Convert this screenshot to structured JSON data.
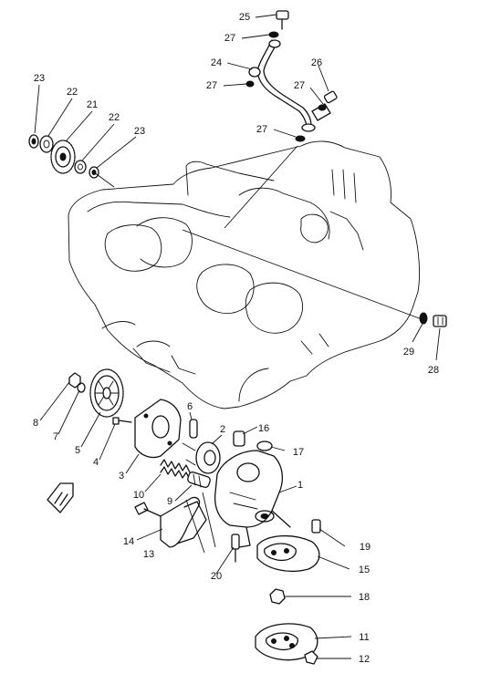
{
  "diagram": {
    "callouts": [
      {
        "id": "c23a",
        "text": "23"
      },
      {
        "id": "c22a",
        "text": "22"
      },
      {
        "id": "c21",
        "text": "21"
      },
      {
        "id": "c22b",
        "text": "22"
      },
      {
        "id": "c23b",
        "text": "23"
      },
      {
        "id": "c25",
        "text": "25"
      },
      {
        "id": "c27a",
        "text": "27"
      },
      {
        "id": "c24",
        "text": "24"
      },
      {
        "id": "c27b",
        "text": "27"
      },
      {
        "id": "c26",
        "text": "26"
      },
      {
        "id": "c27c",
        "text": "27"
      },
      {
        "id": "c27d",
        "text": "27"
      },
      {
        "id": "c29",
        "text": "29"
      },
      {
        "id": "c28",
        "text": "28"
      },
      {
        "id": "c8",
        "text": "8"
      },
      {
        "id": "c7",
        "text": "7"
      },
      {
        "id": "c5",
        "text": "5"
      },
      {
        "id": "c4",
        "text": "4"
      },
      {
        "id": "c3",
        "text": "3"
      },
      {
        "id": "c6",
        "text": "6"
      },
      {
        "id": "c2",
        "text": "2"
      },
      {
        "id": "c16",
        "text": "16"
      },
      {
        "id": "c17",
        "text": "17"
      },
      {
        "id": "c1",
        "text": "1"
      },
      {
        "id": "c10",
        "text": "10"
      },
      {
        "id": "c9",
        "text": "9"
      },
      {
        "id": "c14",
        "text": "14"
      },
      {
        "id": "c13",
        "text": "13"
      },
      {
        "id": "c20",
        "text": "20"
      },
      {
        "id": "c19",
        "text": "19"
      },
      {
        "id": "c15",
        "text": "15"
      },
      {
        "id": "c18",
        "text": "18"
      },
      {
        "id": "c11",
        "text": "11"
      },
      {
        "id": "c12",
        "text": "12"
      }
    ]
  }
}
